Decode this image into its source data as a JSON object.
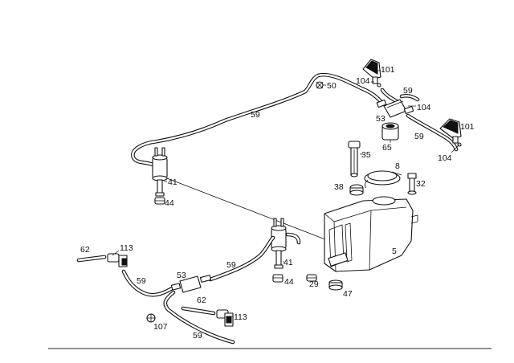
{
  "diagram": {
    "callouts": {
      "c101a": "101",
      "c104a": "104",
      "c50": "50",
      "c59a": "59",
      "c59b": "59",
      "c104b": "104",
      "c53a": "53",
      "c65": "65",
      "c59c": "59",
      "c101b": "101",
      "c104c": "104",
      "c35": "35",
      "c8": "8",
      "c41a": "41",
      "c38": "38",
      "c32": "32",
      "c44a": "44",
      "c5": "5",
      "c62a": "62",
      "c113a": "113",
      "c59d": "59",
      "c41b": "41",
      "c53b": "53",
      "c59e": "59",
      "c44b": "44",
      "c29": "29",
      "c47": "47",
      "c62b": "62",
      "c113b": "113",
      "c107": "107",
      "c59f": "59"
    }
  }
}
